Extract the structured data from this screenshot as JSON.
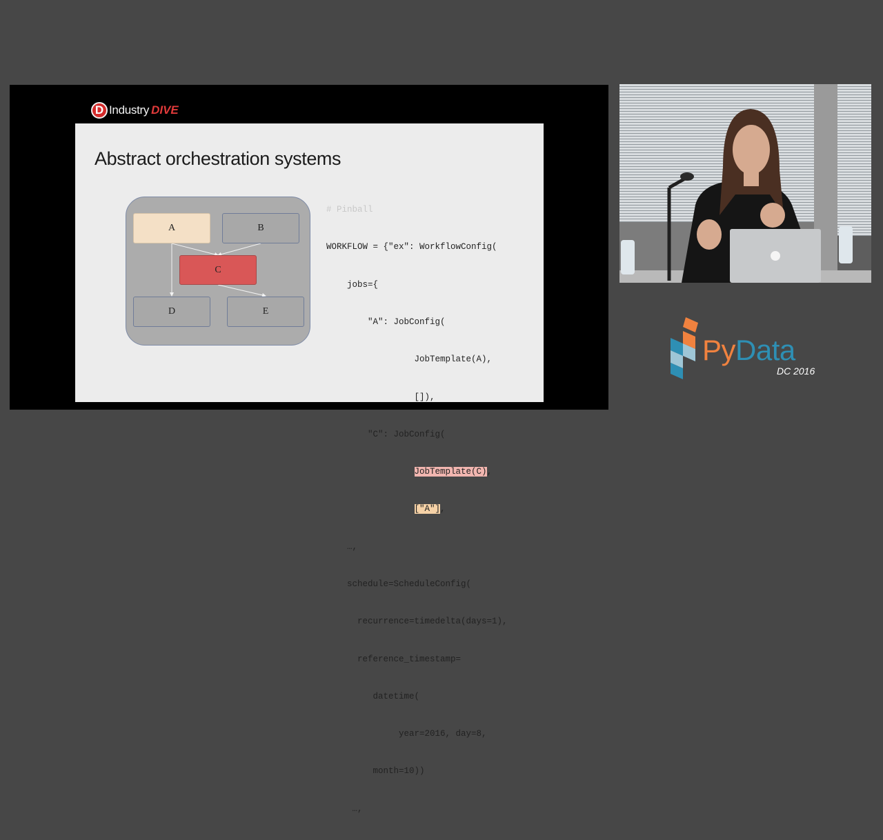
{
  "slide_header": {
    "logo_letter": "D",
    "brand_industry": "Industry",
    "brand_dive": "DIVE"
  },
  "slide": {
    "title": "Abstract orchestration systems",
    "dag": {
      "nodes": [
        {
          "id": "a",
          "label": "A"
        },
        {
          "id": "b",
          "label": "B"
        },
        {
          "id": "c",
          "label": "C"
        },
        {
          "id": "d",
          "label": "D"
        },
        {
          "id": "e",
          "label": "E"
        }
      ],
      "edges": [
        [
          "A",
          "C"
        ],
        [
          "B",
          "C"
        ],
        [
          "A",
          "D"
        ],
        [
          "C",
          "E"
        ]
      ]
    },
    "code": {
      "comment": "# Pinball",
      "line1": "WORKFLOW = {\"ex\": WorkflowConfig(",
      "line2": "    jobs={",
      "line3": "        \"A\": JobConfig(",
      "line4": "                 JobTemplate(A),",
      "line5": "                 []),",
      "line6": "        \"C\": JobConfig(",
      "line7_pre": "                 ",
      "line7_hl": "JobTemplate(C)",
      "line7_post": ",",
      "line8_pre": "                 ",
      "line8_hl": "[\"A\"]",
      "line8_post": ",",
      "line9": "    …,",
      "line10": "    schedule=ScheduleConfig(",
      "line11": "      recurrence=timedelta(days=1),",
      "line12": "      reference_timestamp=",
      "line13": "         datetime(",
      "line14": "              year=2016, day=8,",
      "line15": "         month=10))",
      "line16": "     …,"
    }
  },
  "event_logo": {
    "py": "Py",
    "data": "Data",
    "edition": "DC 2016"
  },
  "colors": {
    "pydata_blue": "#2e8fb4",
    "pydata_orange": "#f0823f",
    "node_a": "#f4e0c6",
    "node_c": "#d95757",
    "dive_red": "#e03a3a"
  }
}
